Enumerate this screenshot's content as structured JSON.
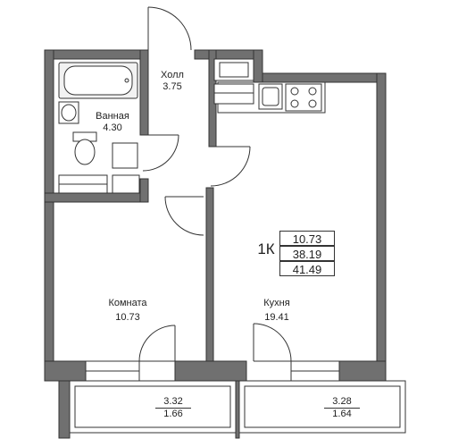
{
  "rooms": {
    "hall": {
      "name": "Холл",
      "area": "3.75"
    },
    "bathroom": {
      "name": "Ванная",
      "area": "4.30"
    },
    "room": {
      "name": "Комната",
      "area": "10.73"
    },
    "kitchen": {
      "name": "Кухня",
      "area": "19.41"
    }
  },
  "balconies": [
    {
      "area": "3.32",
      "reduced_area": "1.66"
    },
    {
      "area": "3.28",
      "reduced_area": "1.64"
    }
  ],
  "unit": {
    "code": "1К",
    "living_area": "10.73",
    "total_area_excl": "38.19",
    "total_area": "41.49"
  },
  "colors": {
    "wall": "#707070",
    "line": "#333333",
    "fixture_fill": "#f2f2f2"
  }
}
